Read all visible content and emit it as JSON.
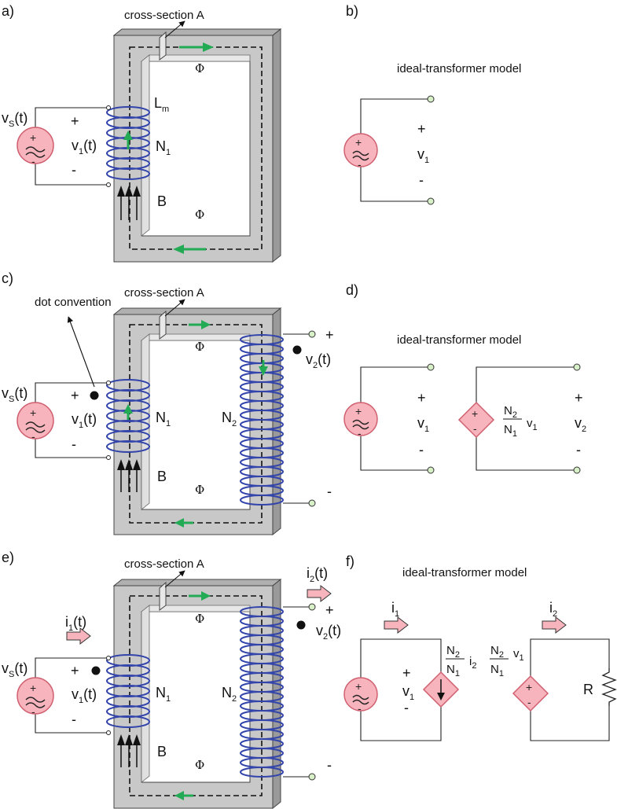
{
  "panels": {
    "a": "a)",
    "b": "b)",
    "c": "c)",
    "d": "d)",
    "e": "e)",
    "f": "f)"
  },
  "labels": {
    "cross_section": "cross-section A",
    "ideal_model": "ideal-transformer model",
    "dot_convention": "dot convention",
    "vs_main": "v",
    "vs_sub": "S",
    "vs_arg": "(t)",
    "v1t_main": "v",
    "v1t_sub": "1",
    "v1t_arg": "(t)",
    "v2t_main": "v",
    "v2t_sub": "2",
    "v2t_arg": "(t)",
    "i1t_main": "i",
    "i1t_sub": "1",
    "i1t_arg": "(t)",
    "i2t_main": "i",
    "i2t_sub": "2",
    "i2t_arg": "(t)",
    "Lm_main": "L",
    "Lm_sub": "m",
    "N1_main": "N",
    "N1_sub": "1",
    "N2_main": "N",
    "N2_sub": "2",
    "B": "B",
    "Phi": "Φ",
    "plus": "+",
    "minus": "-",
    "v1_main": "v",
    "v1_sub": "1",
    "v2_main": "v",
    "v2_sub": "2",
    "i1_main": "i",
    "i1_sub": "1",
    "i2_main": "i",
    "i2_sub": "2",
    "R": "R"
  },
  "colors": {
    "core_face": "#c8c8c8",
    "core_side": "#9a9a9a",
    "core_top": "#b0b0b0",
    "coil": "#3344aa",
    "flux_arrow": "#22aa55",
    "source_fill": "#f7b4bc",
    "source_stroke": "#d06070",
    "terminal_fill": "#d8f0c8",
    "current_arrow_fill": "#f7b4bc"
  }
}
